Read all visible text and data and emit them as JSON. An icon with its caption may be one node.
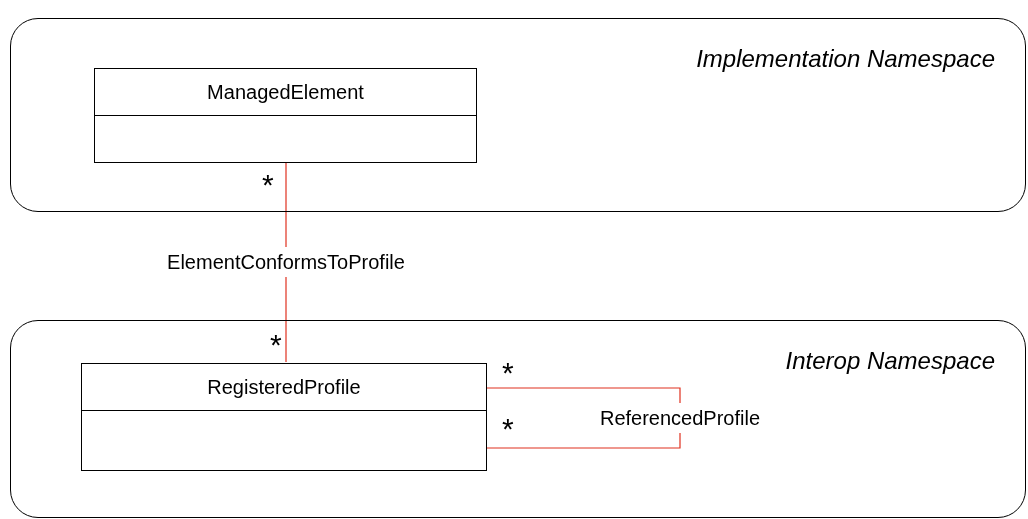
{
  "diagram": {
    "nodes": [
      {
        "text": [
          "Implementation Namespace"
        ]
      },
      {
        "text": [
          "ManagedElement"
        ],
        "in": 0
      },
      {
        "text": [
          "Interop Namespace"
        ]
      },
      {
        "text": [
          "RegisteredProfile"
        ],
        "in": 2
      }
    ],
    "edges": [
      {
        "from": 1,
        "to": 3,
        "arrow": "none",
        "label": "ElementConformsToProfile"
      },
      {
        "from": 3,
        "to": 3,
        "arrow": "none",
        "label": "ReferencedProfile"
      }
    ],
    "labels": [
      "*",
      "*",
      "*",
      "*"
    ]
  }
}
